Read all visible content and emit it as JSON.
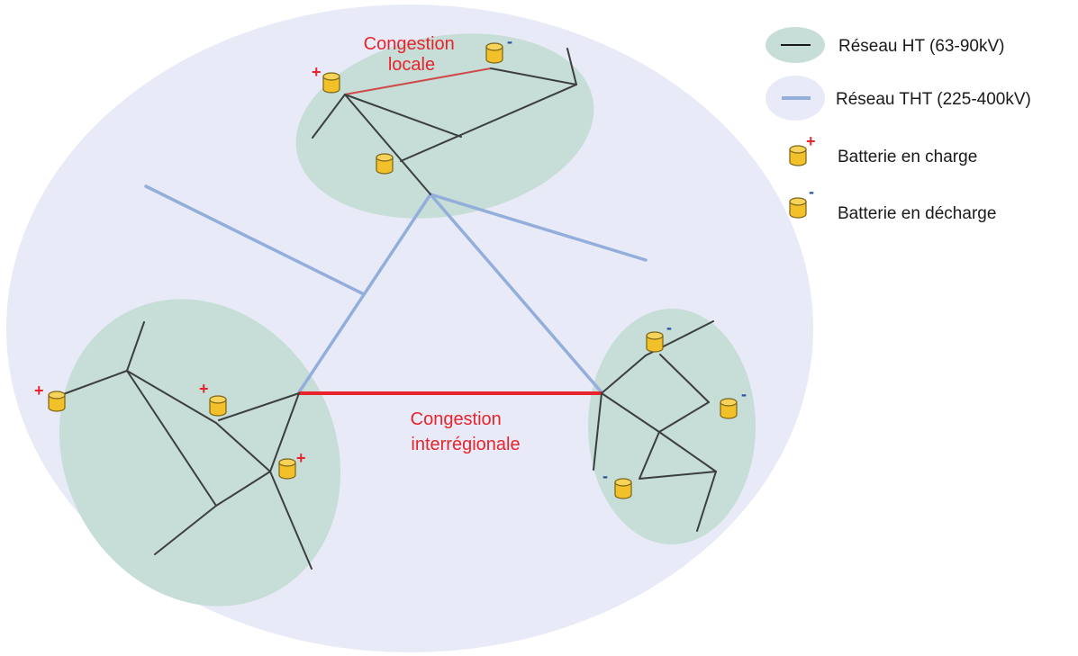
{
  "colors": {
    "tht_area": "#e8ebf7",
    "ht_area": "#c7ddd8",
    "ht_line": "#3b3f3e",
    "tht_line": "#94aedb",
    "congestion": "#e8232c",
    "congestion_local_line": "#d04a4a",
    "battery_fill": "#f2c028",
    "battery_stroke": "#7a6418",
    "plus_sign": "#e8232c",
    "minus_sign": "#2a4f9b"
  },
  "labels": {
    "congestion_local_line1": "Congestion",
    "congestion_local_line2": "locale",
    "congestion_inter_line1": "Congestion",
    "congestion_inter_line2": "interrégionale"
  },
  "legend": {
    "ht": "Réseau HT (63-90kV)",
    "tht": "Réseau THT (225-400kV)",
    "charge": "Batterie en charge",
    "decharge": "Batterie en décharge"
  },
  "signs": {
    "plus": "+",
    "minus": "-"
  }
}
